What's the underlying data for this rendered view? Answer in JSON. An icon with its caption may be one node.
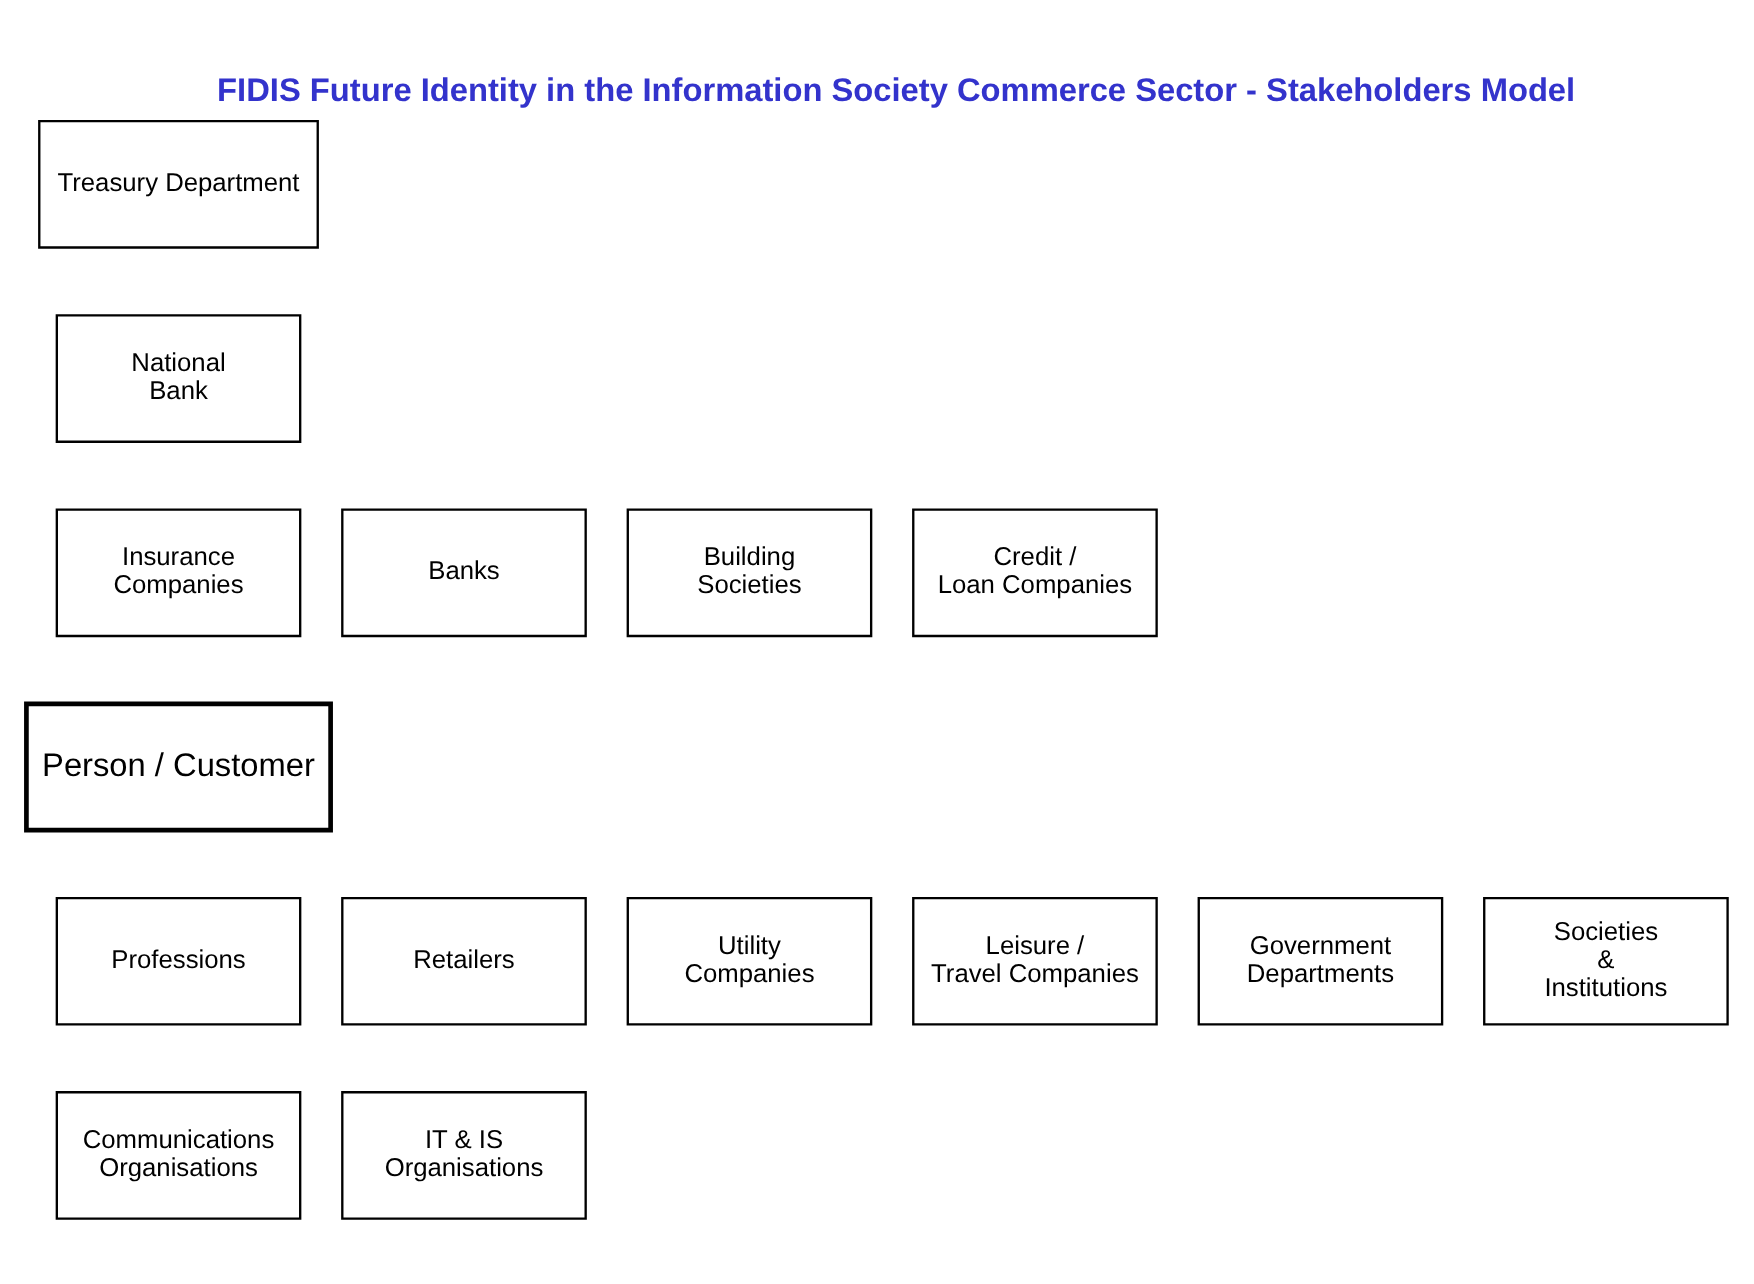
{
  "diagram": {
    "title": "FIDIS Future Identity in the Information Society Commerce Sector - Stakeholders Model",
    "nodes": [
      {
        "text": [
          "Treasury Department"
        ]
      },
      {
        "text": [
          "National Bank"
        ]
      },
      {
        "text": [
          "Banks"
        ]
      },
      {
        "text": [
          "Building Societies"
        ]
      },
      {
        "text": [
          "Insurance Companies"
        ]
      },
      {
        "text": [
          "Credit / Loan Companies"
        ]
      },
      {
        "text": [
          "Person / Customer"
        ]
      },
      {
        "text": [
          "Retailers"
        ]
      },
      {
        "text": [
          "Utility Companies"
        ]
      },
      {
        "text": [
          "Leisure / Travel Companies"
        ]
      },
      {
        "text": [
          "Professions"
        ]
      },
      {
        "text": [
          "Government Departments"
        ]
      },
      {
        "text": [
          "Societies & Institutions"
        ]
      },
      {
        "text": [
          "IT & IS Organisations"
        ]
      },
      {
        "text": [
          "Communications Organisations"
        ]
      }
    ],
    "edges": []
  }
}
